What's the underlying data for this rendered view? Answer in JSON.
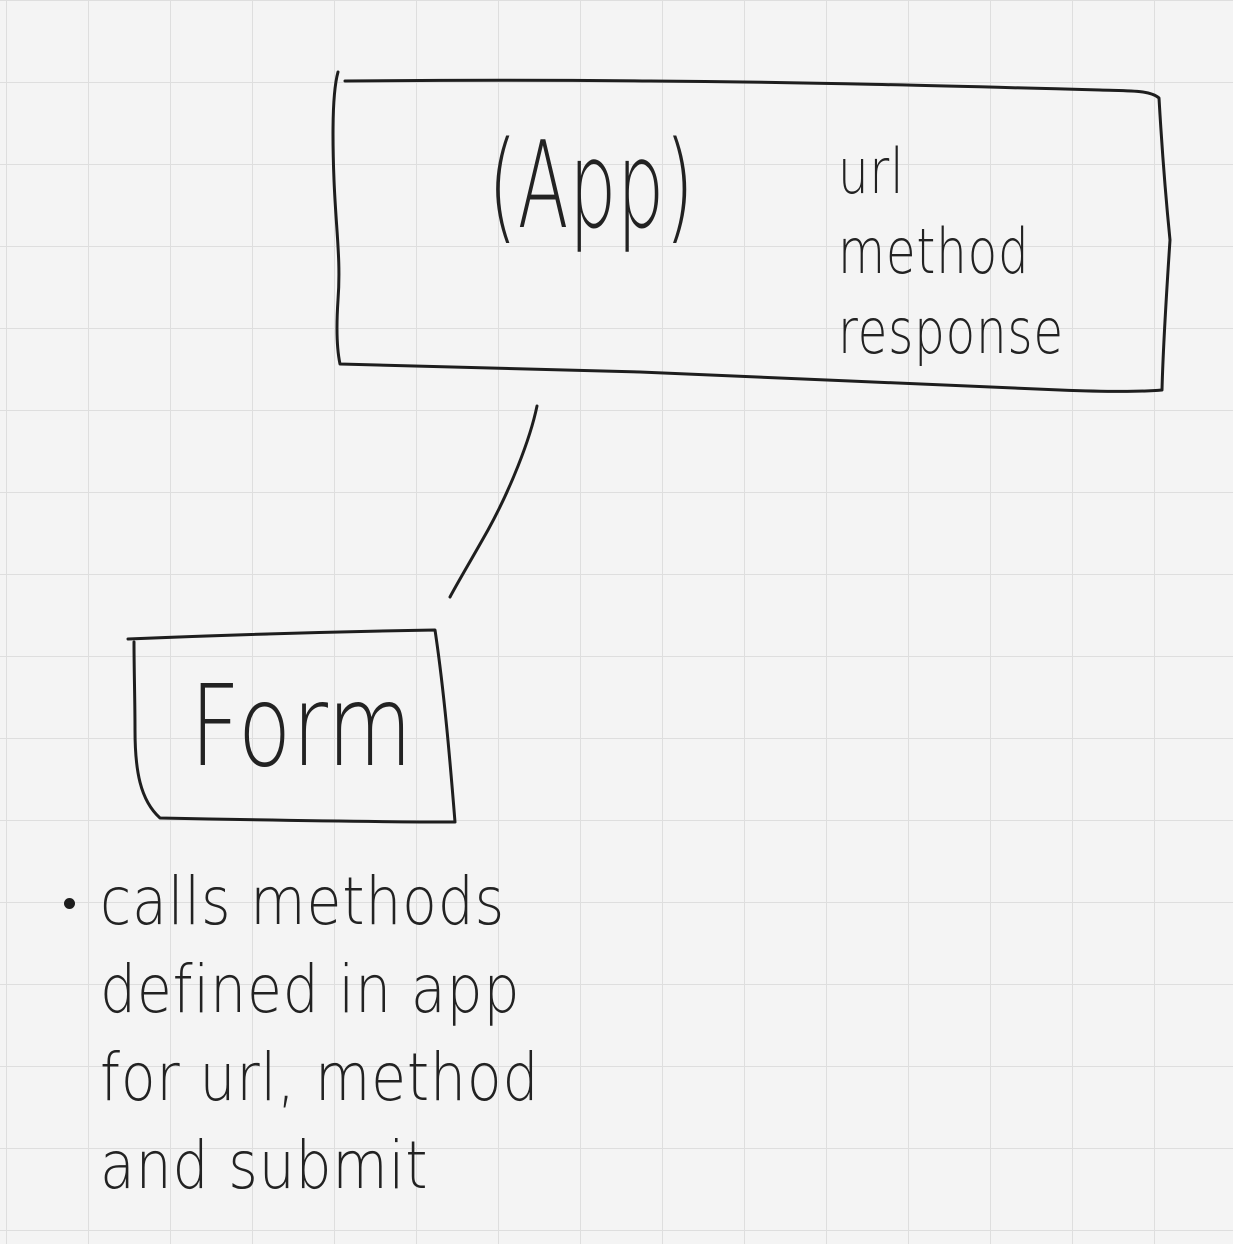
{
  "app_box": {
    "title": "(App)",
    "properties": [
      "url",
      "method",
      "response"
    ]
  },
  "form_box": {
    "title": "Form"
  },
  "form_note": {
    "lines": [
      "calls methods",
      "defined in app",
      "for url, method",
      "and submit"
    ]
  }
}
